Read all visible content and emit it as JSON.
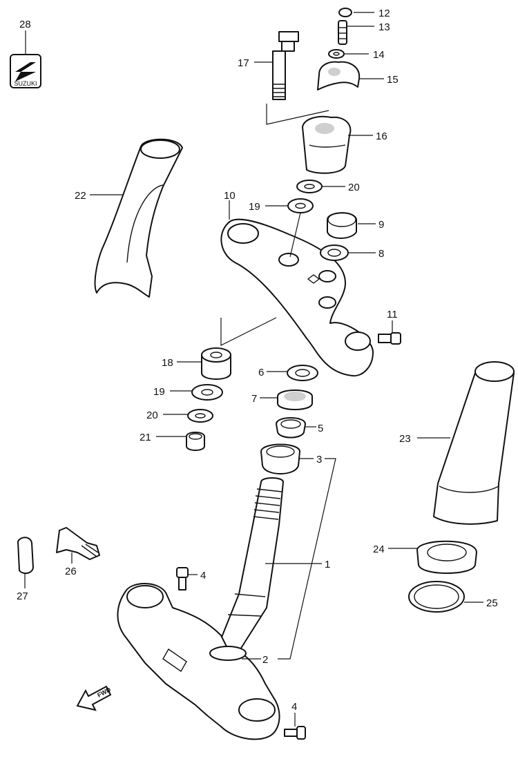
{
  "labels": {
    "p1": "1",
    "p2": "2",
    "p3": "3",
    "p4a": "4",
    "p4b": "4",
    "p5": "5",
    "p6": "6",
    "p7": "7",
    "p8": "8",
    "p9": "9",
    "p10": "10",
    "p11": "11",
    "p12": "12",
    "p13": "13",
    "p14": "14",
    "p15": "15",
    "p16": "16",
    "p17": "17",
    "p18": "18",
    "p19a": "19",
    "p19b": "19",
    "p20a": "20",
    "p20b": "20",
    "p21": "21",
    "p22": "22",
    "p23": "23",
    "p24": "24",
    "p25": "25",
    "p26": "26",
    "p27": "27",
    "p28": "28"
  },
  "logo_text": "SUZUKI",
  "fwd_text": "FWD"
}
